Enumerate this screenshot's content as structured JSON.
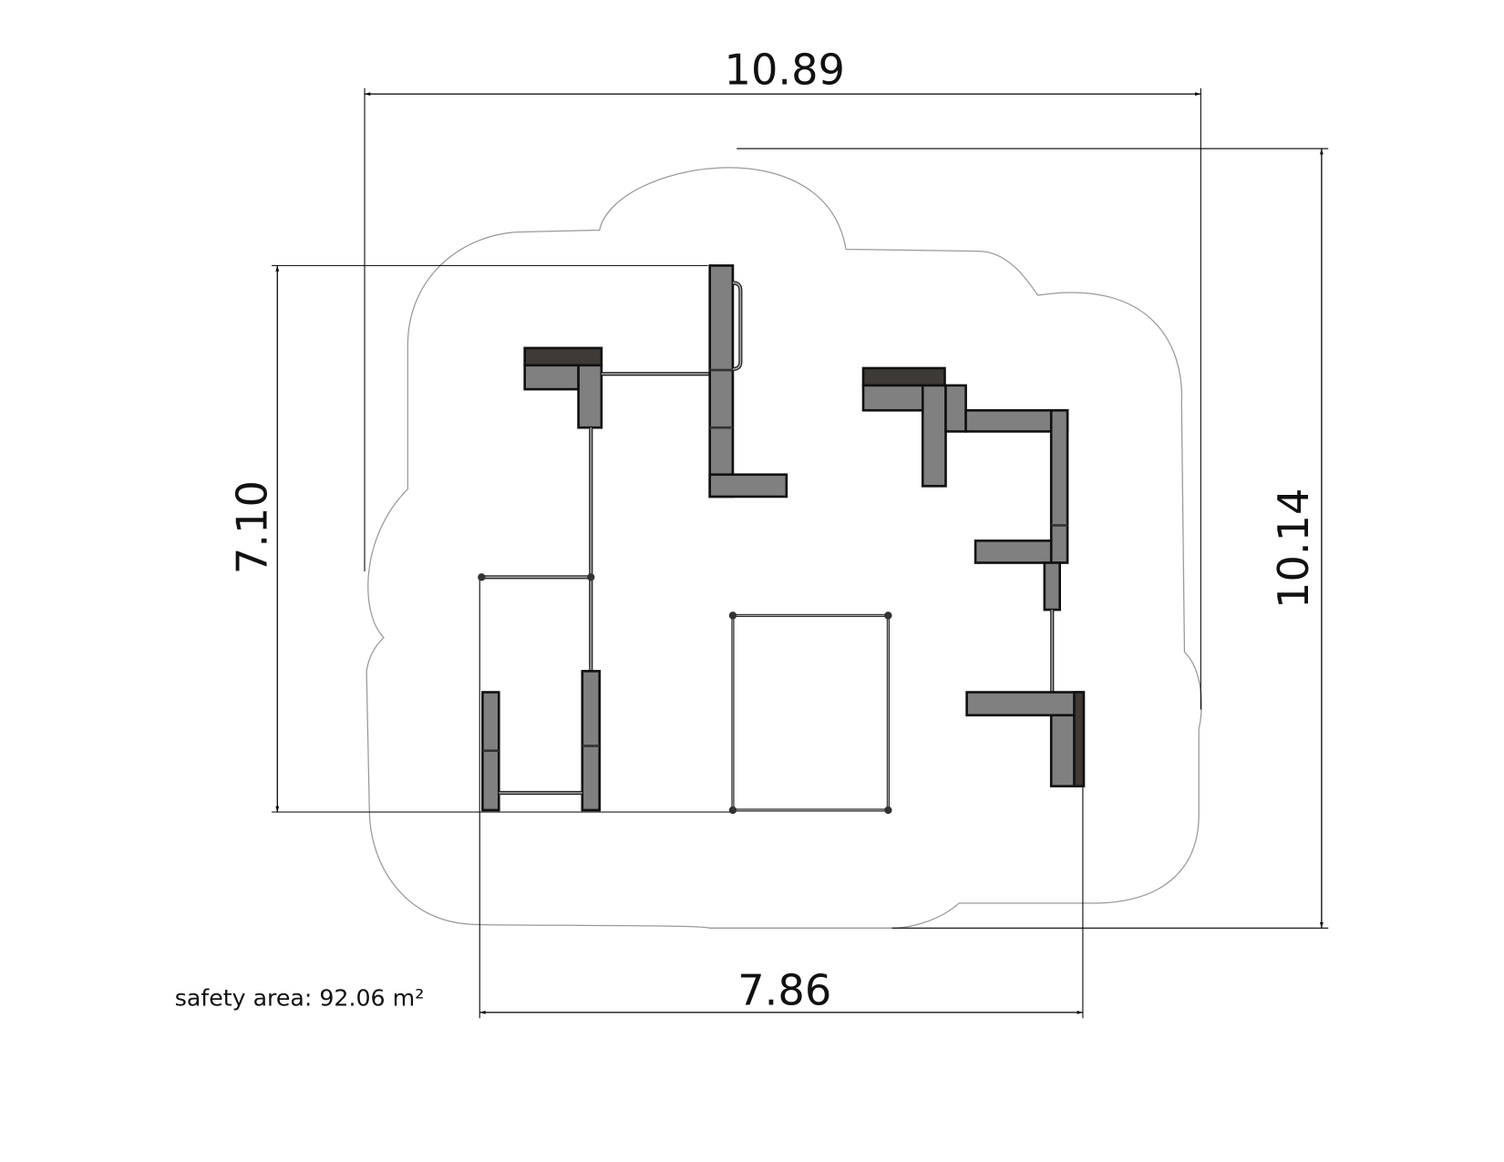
{
  "dimensions": {
    "overall_width": "10.89",
    "overall_height": "10.14",
    "equipment_height": "7.10",
    "equipment_width": "7.86"
  },
  "notes": {
    "safety_area": "safety area: 92.06 m²"
  },
  "colors": {
    "panel": "#808080",
    "dark_panel": "#3e3a36",
    "safety_outline": "#999999"
  }
}
